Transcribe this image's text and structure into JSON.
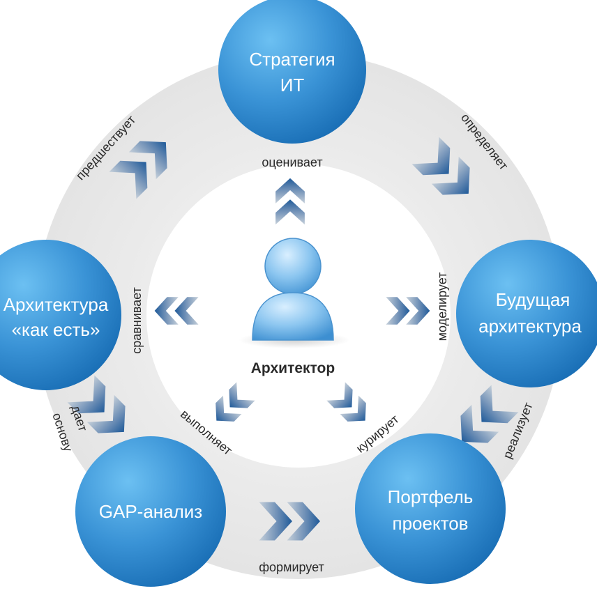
{
  "diagram": {
    "center": {
      "label": "Архитектор",
      "icon": "user-icon"
    },
    "nodes": {
      "strategy": [
        "Стратегия",
        "ИТ"
      ],
      "as_is": [
        "Архитектура",
        "«как есть»"
      ],
      "future": [
        "Будущая",
        "архитектура"
      ],
      "gap": [
        "GAP-анализ"
      ],
      "portfolio": [
        "Портфель",
        "проектов"
      ]
    },
    "edges": {
      "evaluates": "оценивает",
      "compares": "сравнивает",
      "models": "моделирует",
      "executes": "выполняет",
      "curates": "курирует",
      "precedes": "предшествует",
      "defines": "определяет",
      "basis": [
        "дает",
        "основу"
      ],
      "forms": "формирует",
      "realizes": "реализует"
    },
    "colors": {
      "node_light": "#5db4ec",
      "node_dark": "#1a6fb6",
      "ring": "#ebebeb",
      "arrow_light": "#b9c4d0",
      "arrow_dark": "#1f5a99"
    }
  }
}
